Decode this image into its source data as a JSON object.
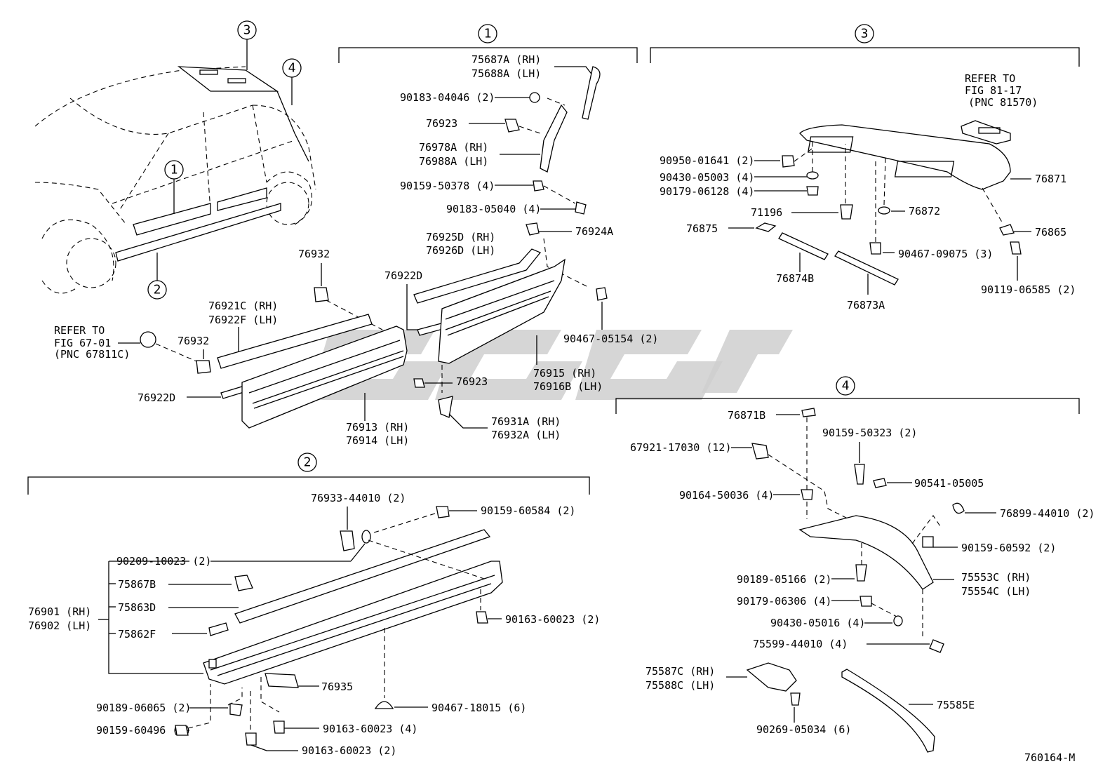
{
  "sections": {
    "s1": "1",
    "s2": "2",
    "s3": "3",
    "s4": "4"
  },
  "car": {
    "c1": "1",
    "c2": "2",
    "c3": "3",
    "c4": "4"
  },
  "labels": {
    "p75687a": "75687A (RH)",
    "p75688a": "75688A (LH)",
    "p90183_04046": "90183-04046 (2)",
    "p76923a": "76923",
    "p76978a": "76978A (RH)",
    "p76988a": "76988A (LH)",
    "p90159_50378": "90159-50378 (4)",
    "p90183_05040": "90183-05040 (4)",
    "p76925d": "76925D (RH)",
    "p76926d": "76926D (LH)",
    "p76924a": "76924A",
    "p76932a": "76932",
    "p76922d_top": "76922D",
    "p76921c": "76921C (RH)",
    "p76922f": "76922F (LH)",
    "refer67_1": "REFER TO",
    "refer67_2": "FIG 67-01",
    "refer67_3": "(PNC 67811C)",
    "p76932b": "76932",
    "p76922d_left": "76922D",
    "p90467_05154": "90467-05154 (2)",
    "p76915": "76915  (RH)",
    "p76916b": "76916B (LH)",
    "p76923b": "76923",
    "p76913": "76913 (RH)",
    "p76914": "76914 (LH)",
    "p76931a": "76931A (RH)",
    "p76932a_lh": "76932A (LH)",
    "refer81_1": "REFER TO",
    "refer81_2": "FIG 81-17",
    "refer81_3": "(PNC 81570)",
    "p90950": "90950-01641 (2)",
    "p90430_05003": "90430-05003 (4)",
    "p90179_06128": "90179-06128 (4)",
    "p71196": "71196",
    "p76872": "76872",
    "p76871": "76871",
    "p76875": "76875",
    "p76865": "76865",
    "p90467_09075": "90467-09075 (3)",
    "p76874b": "76874B",
    "p90119": "90119-06585 (2)",
    "p76873a": "76873A",
    "p76871b": "76871B",
    "p90159_50323": "90159-50323 (2)",
    "p67921": "67921-17030 (12)",
    "p90541": "90541-05005",
    "p90164": "90164-50036 (4)",
    "p76899": "76899-44010 (2)",
    "p90159_60592": "90159-60592 (2)",
    "p90189_05166": "90189-05166 (2)",
    "p75553c": "75553C (RH)",
    "p75554c": "75554C (LH)",
    "p90179_06306": "90179-06306 (4)",
    "p90430_05016": "90430-05016 (4)",
    "p75599": "75599-44010 (4)",
    "p75587c": "75587C (RH)",
    "p75588c": "75588C (LH)",
    "p75585e": "75585E",
    "p90269": "90269-05034 (6)",
    "p76933": "76933-44010 (2)",
    "p90159_60584": "90159-60584 (2)",
    "p90209": "90209-10023 (2)",
    "p75867b": "75867B",
    "p76901": "76901 (RH)",
    "p76902": "76902 (LH)",
    "p75863d": "75863D",
    "p90163_60023a": "90163-60023 (2)",
    "p75862f": "75862F",
    "p76935": "76935",
    "p90189_06065": "90189-06065 (2)",
    "p90467_18015": "90467-18015 (6)",
    "p90159_60496": "90159-60496 (2)",
    "p90163_60023b": "90163-60023 (4)",
    "p90163_60023c": "90163-60023 (2)",
    "figno": "760164-M"
  }
}
